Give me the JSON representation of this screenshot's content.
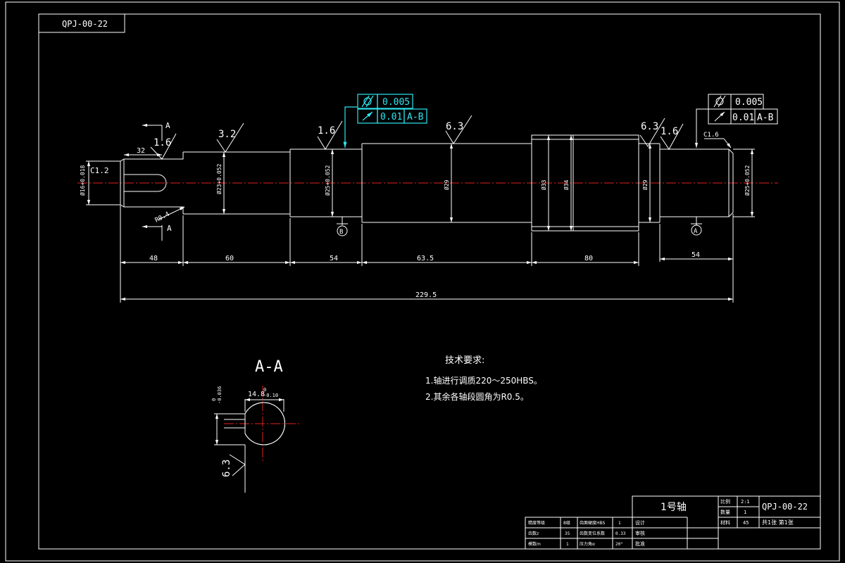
{
  "drawing_number": "QPJ-00-22",
  "part_name": "1号轴",
  "section": {
    "label": "A",
    "title": "A-A",
    "keyway_width": "14.8",
    "keyway_tol_upper": "0",
    "keyway_tol_lower": "-0.10",
    "depth_tol_upper": "0",
    "depth_tol_lower": "-0.036",
    "roughness": "6.3"
  },
  "dimensions": {
    "seg1": "48",
    "seg2": "60",
    "seg3": "54",
    "seg4": "63.5",
    "seg5": "80",
    "seg6": "54",
    "total": "229.5",
    "key_len": "32",
    "d1": "Ø16+0.018",
    "d2": "Ø23+0.052",
    "d3": "Ø25+0.052",
    "d4": "Ø29",
    "d5a": "Ø33",
    "d5b": "Ø34",
    "d6": "Ø29",
    "d7": "Ø25+0.052",
    "chamfer_left": "C1.2",
    "chamfer_right": "C1.6",
    "fillet": "R0.4"
  },
  "roughness": {
    "r1": "1.6",
    "r2": "3.2",
    "r3": "1.6",
    "r4": "6.3",
    "r5": "6.3",
    "r6": "1.6"
  },
  "tolerances": {
    "left": {
      "runout_value": "0.005",
      "circ_value": "0.01",
      "datum": "A-B"
    },
    "right": {
      "runout_value": "0.005",
      "circ_value": "0.01",
      "datum": "A-B"
    }
  },
  "datums": {
    "a": "A",
    "b": "B"
  },
  "tech_req": {
    "title": "技术要求:",
    "line1": "1.轴进行调质220～250HBS。",
    "line2": "2.其余各轴段圆角为R0.5。"
  },
  "title_block": {
    "scale_label": "比例",
    "scale_value": "2:1",
    "qty_label": "数量",
    "qty_value": "1",
    "material_label": "材料",
    "material_value": "45",
    "sheet_info": "共1张 第1张",
    "row1": [
      "精度等级",
      "8级",
      "齿面硬度HBS",
      "1",
      "设计"
    ],
    "row2": [
      "齿数z",
      "35",
      "齿数变位系数",
      "0.33",
      "审核"
    ],
    "row3": [
      "模数m",
      "1",
      "压力角α",
      "20°",
      "批准"
    ]
  },
  "colors": {
    "accent": "#2ee6f0",
    "centerline": "#e02020",
    "line": "#ffffff",
    "background": "#000000"
  }
}
